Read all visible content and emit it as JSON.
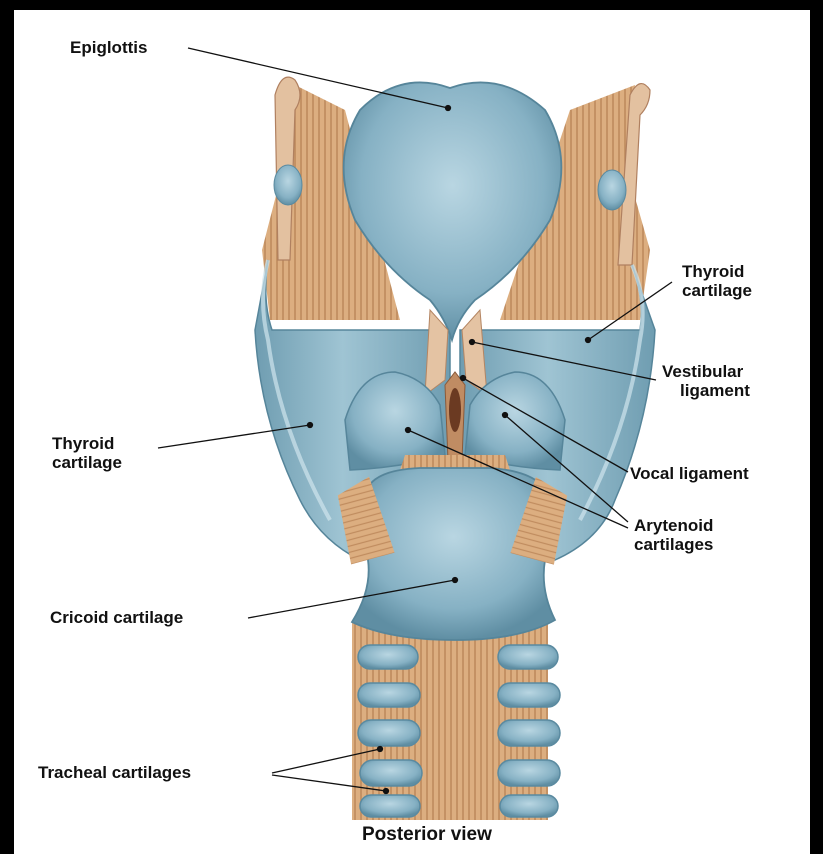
{
  "figure": {
    "caption": "Posterior view",
    "labels": {
      "epiglottis": "Epiglottis",
      "thyroid_right_1": "Thyroid",
      "thyroid_right_2": "cartilage",
      "vestibular_1": "Vestibular",
      "vestibular_2": "ligament",
      "thyroid_left_1": "Thyroid",
      "thyroid_left_2": "cartilage",
      "vocal": "Vocal ligament",
      "arytenoid_1": "Arytenoid",
      "arytenoid_2": "cartilages",
      "cricoid": "Cricoid cartilage",
      "tracheal": "Tracheal cartilages"
    }
  },
  "colors": {
    "cartilage": "#8fb8c9",
    "cartilage_shade": "#6f9cb0",
    "ligament": "#d9a97a",
    "ligament_stripe": "#b47d52",
    "background": "#ffffff",
    "border": "#000000"
  }
}
